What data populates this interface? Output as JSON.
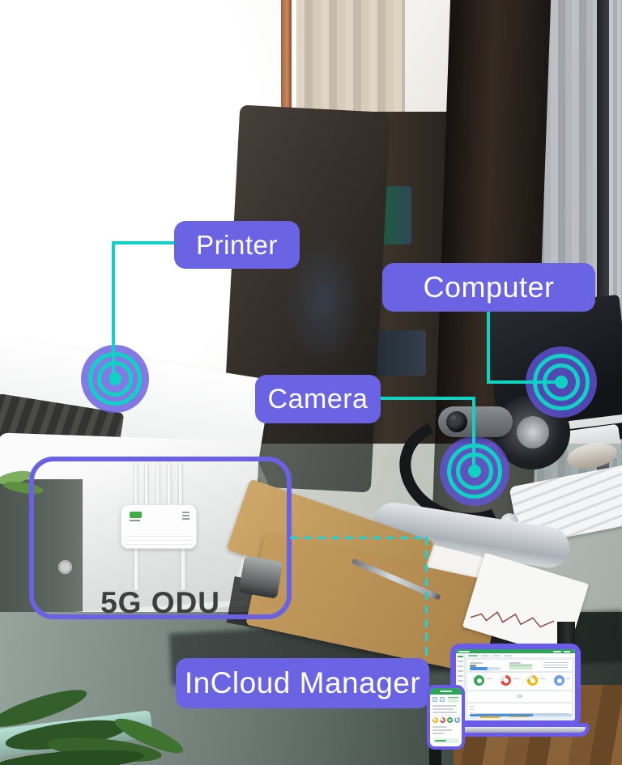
{
  "labels": {
    "printer": "Printer",
    "computer": "Computer",
    "camera": "Camera",
    "odu": "5G ODU",
    "incloud_manager": "InCloud Manager"
  },
  "nodes": [
    {
      "id": "printer",
      "icon": "signal-ripple-icon"
    },
    {
      "id": "computer",
      "icon": "signal-ripple-icon"
    },
    {
      "id": "camera",
      "icon": "signal-ripple-icon"
    }
  ],
  "colors": {
    "label_bg": "#6a63e4",
    "label_text": "#ffffff",
    "connector_teal": "#0fd2c4",
    "dashed_cyan": "#1bd3d8",
    "ripple_fill": "rgba(97,85,222,0.78)",
    "odu_box_border": "#6a62e3",
    "odu_text": "#3f3f3f",
    "device_frame": "#6a5ce8",
    "dash_green": "#2da45a",
    "donut_green": "#34a853",
    "donut_red": "#e8453c",
    "donut_yellow": "#f5b400",
    "donut_blue": "#6d9eeb",
    "bar_blue": "#4a90e2"
  }
}
